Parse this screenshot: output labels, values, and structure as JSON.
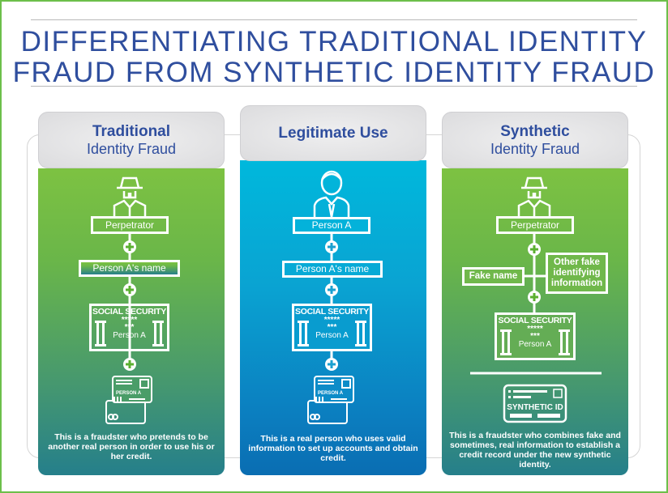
{
  "title": {
    "line1": "DIFFERENTIATING TRADITIONAL IDENTITY",
    "line2": "FRAUD FROM SYNTHETIC IDENTITY FRAUD"
  },
  "columns": {
    "traditional": {
      "heading_bold": "Traditional",
      "heading_normal": "Identity Fraud",
      "steps": [
        "Perpetrator",
        "Person A's name"
      ],
      "ss_card": {
        "title": "SOCIAL SECURITY",
        "stars1": "*****",
        "stars2": "***",
        "name": "Person A"
      },
      "card_label": "PERSON A",
      "description": "This is a fraudster who pretends to be another real person in order to use his or her credit."
    },
    "legitimate": {
      "heading_bold": "Legitimate Use",
      "steps": [
        "Person A",
        "Person A's name"
      ],
      "ss_card": {
        "title": "SOCIAL SECURITY",
        "stars1": "*****",
        "stars2": "***",
        "name": "Person A"
      },
      "card_label": "PERSON A",
      "description": "This is a real person who uses valid information to set up accounts and obtain credit."
    },
    "synthetic": {
      "heading_bold": "Synthetic",
      "heading_normal": "Identity Fraud",
      "steps": [
        "Perpetrator",
        "Fake name",
        "Other fake identifying information"
      ],
      "ss_card": {
        "title": "SOCIAL SECURITY",
        "stars1": "*****",
        "stars2": "***",
        "name": "Person A"
      },
      "id_label": "SYNTHETIC ID",
      "description": "This is a fraudster who combines fake and sometimes, real information to establish a credit record under the new synthetic identity."
    }
  },
  "colors": {
    "title": "#2f4e9e",
    "green_top": "#7dc242",
    "green_bottom": "#257f8b",
    "blue_top": "#00b8dc",
    "blue_bottom": "#0a6db2",
    "border": "#6cbf4a"
  }
}
